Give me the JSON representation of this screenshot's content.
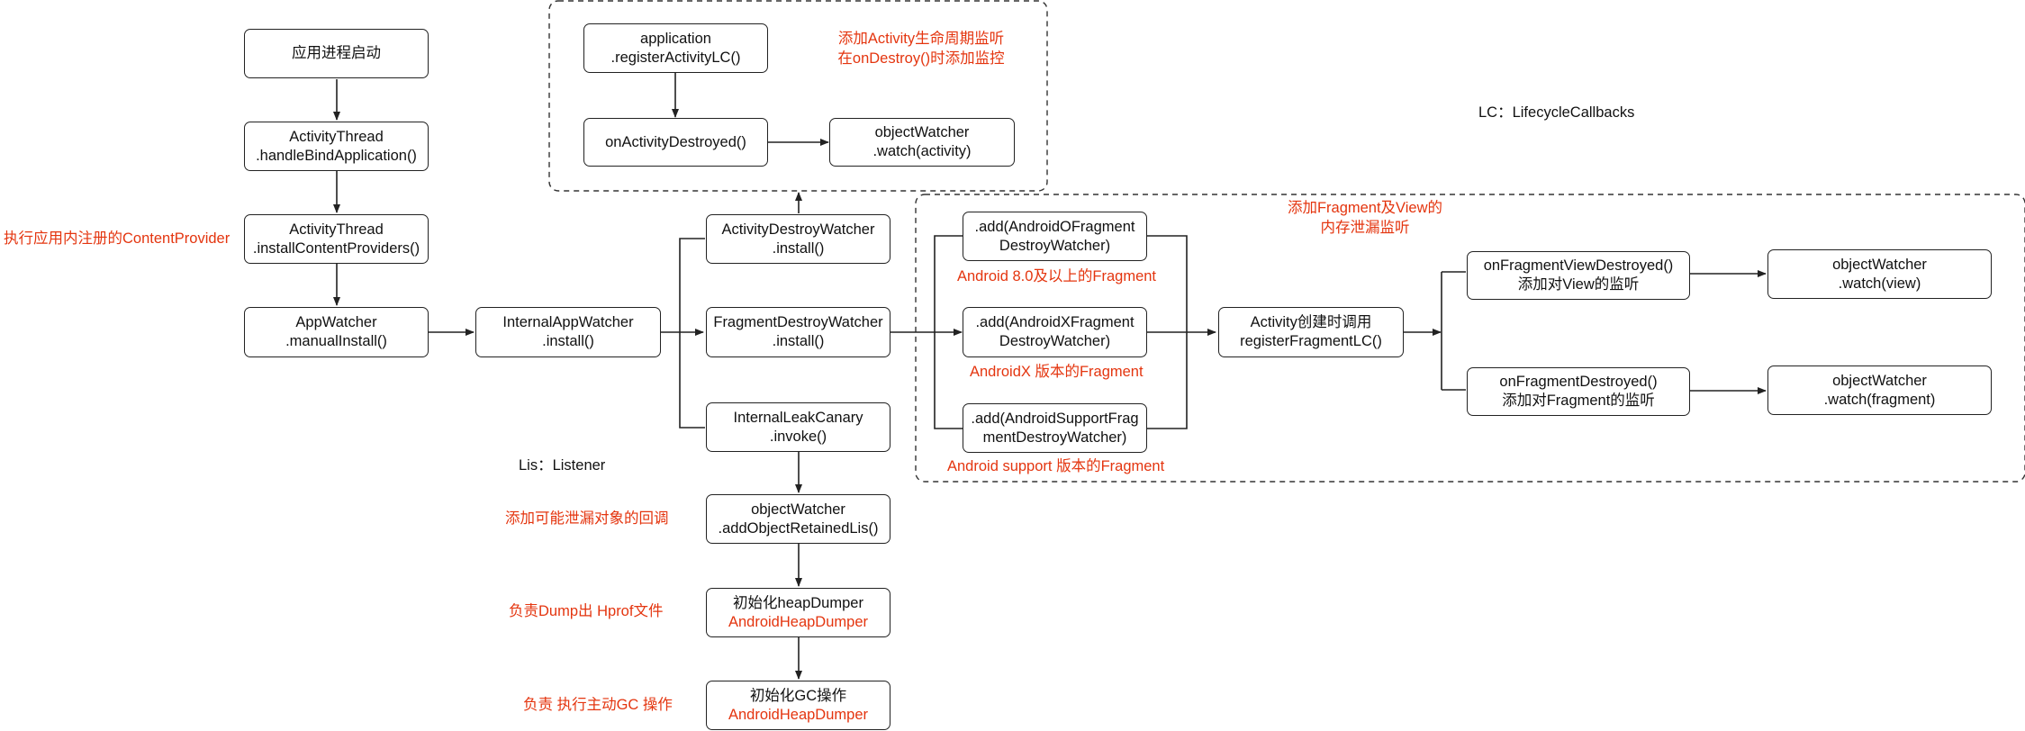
{
  "diagram": {
    "nodes": {
      "app_start": {
        "lines": [
          "应用进程启动"
        ]
      },
      "handle_bind": {
        "lines": [
          "ActivityThread",
          ".handleBindApplication()"
        ]
      },
      "install_providers": {
        "lines": [
          "ActivityThread",
          ".installContentProviders()"
        ]
      },
      "manual_install": {
        "lines": [
          "AppWatcher",
          ".manualInstall()"
        ]
      },
      "internal_app_watcher": {
        "lines": [
          "InternalAppWatcher",
          ".install()"
        ]
      },
      "activity_destroy_watcher": {
        "lines": [
          "ActivityDestroyWatcher",
          ".install()"
        ]
      },
      "fragment_destroy_watcher": {
        "lines": [
          "FragmentDestroyWatcher",
          ".install()"
        ]
      },
      "internal_leak_canary": {
        "lines": [
          "InternalLeakCanary",
          ".invoke()"
        ]
      },
      "add_retained_lis": {
        "lines": [
          "objectWatcher",
          ".addObjectRetainedLis()"
        ]
      },
      "init_heap_dumper": {
        "line1": "初始化heapDumper",
        "line2": "AndroidHeapDumper"
      },
      "init_gc": {
        "line1": "初始化GC操作",
        "line2": "AndroidHeapDumper"
      },
      "register_activity_lc": {
        "lines": [
          "application",
          ".registerActivityLC()"
        ]
      },
      "on_activity_destroyed": {
        "lines": [
          "onActivityDestroyed()"
        ]
      },
      "watch_activity": {
        "lines": [
          "objectWatcher",
          ".watch(activity)"
        ]
      },
      "add_o_fragment": {
        "lines": [
          ".add(AndroidOFragment",
          "DestroyWatcher)"
        ]
      },
      "add_x_fragment": {
        "lines": [
          ".add(AndroidXFragment",
          "DestroyWatcher)"
        ]
      },
      "add_support_fragment": {
        "lines": [
          ".add(AndroidSupportFrag",
          "mentDestroyWatcher)"
        ]
      },
      "register_fragment_lc": {
        "lines": [
          "Activity创建时调用",
          "registerFragmentLC()"
        ]
      },
      "on_fragment_view_destroyed": {
        "lines": [
          "onFragmentViewDestroyed()",
          "添加对View的监听"
        ]
      },
      "on_fragment_destroyed": {
        "lines": [
          "onFragmentDestroyed()",
          "添加对Fragment的监听"
        ]
      },
      "watch_view": {
        "lines": [
          "objectWatcher",
          ".watch(view)"
        ]
      },
      "watch_fragment": {
        "lines": [
          "objectWatcher",
          ".watch(fragment)"
        ]
      }
    },
    "notes": {
      "content_provider": "执行应用内注册的ContentProvider",
      "activity_lifecycle_line1": "添加Activity生命周期监听",
      "activity_lifecycle_line2": "在onDestroy()时添加监控",
      "lc_legend": "LC：LifecycleCallbacks",
      "fragment_view_line1": "添加Fragment及View的",
      "fragment_view_line2": "内存泄漏监听",
      "android_8": "Android 8.0及以上的Fragment",
      "android_x": "AndroidX 版本的Fragment",
      "android_support": "Android support 版本的Fragment",
      "lis_legend": "Lis：Listener",
      "retained_callback": "添加可能泄漏对象的回调",
      "dump_hprof": "负责Dump出 Hprof文件",
      "gc": "负责 执行主动GC 操作"
    },
    "colors": {
      "annotation": "#e4350f",
      "stroke": "#222222",
      "dashed_group": "#333333"
    }
  }
}
